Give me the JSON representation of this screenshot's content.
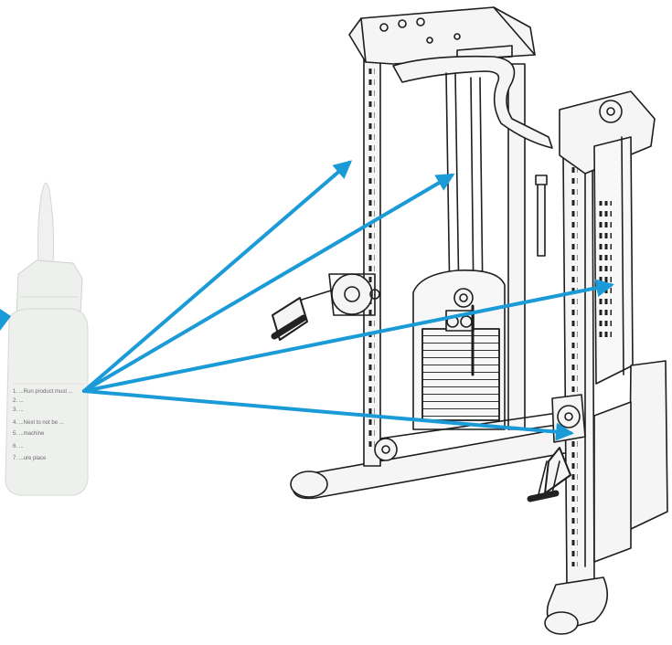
{
  "bottle": {
    "label_lines": [
      "1. ...Run product must ...",
      "2. ...",
      "3. ...",
      "4. ...Next to not be ...",
      "5. ...machine",
      "6. ...",
      "7. ...ure place"
    ]
  },
  "colors": {
    "arrow": "#1a9ad6",
    "machine_line": "#1e1e1e",
    "machine_fill": "#f5f5f5",
    "bottle_fill": "#eef0ee",
    "background": "#ffffff"
  },
  "icons": [
    "lubricant-bottle-icon",
    "arrow-icon",
    "cable-machine-illustration"
  ]
}
